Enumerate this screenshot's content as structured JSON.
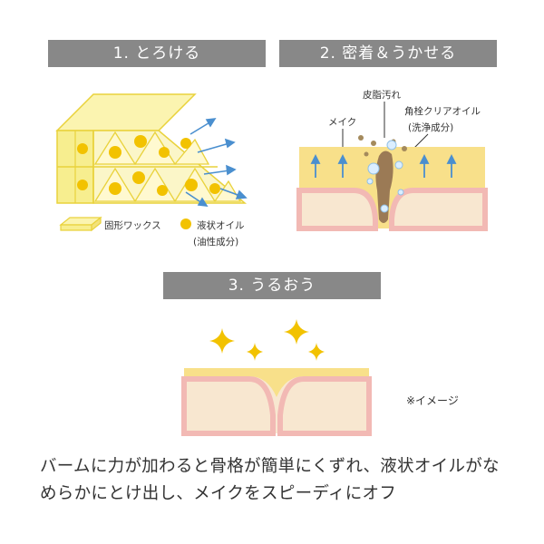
{
  "steps": [
    {
      "title": "1. とろける"
    },
    {
      "title": "2. 密着＆うかせる"
    },
    {
      "title": "3. うるおう"
    }
  ],
  "panel1": {
    "legend_wax": "固形ワックス",
    "legend_oil_line1": "液状オイル",
    "legend_oil_line2": "(油性成分)"
  },
  "panel2": {
    "label_makeup": "メイク",
    "label_sebum": "皮脂汚れ",
    "label_plug_line1": "角栓クリアオイル",
    "label_plug_line2": "(洗浄成分)"
  },
  "note": "※イメージ",
  "caption": "バームに力が加わると骨格が簡単にくずれ、液状オイルがなめらかにとけ出し、メイクをスピーディにオフ",
  "colors": {
    "header_bg": "#888888",
    "wax_yellow": "#f7ee8f",
    "wax_edge": "#e9d23c",
    "oil_dot": "#f2c200",
    "arrow_blue": "#4a8fcf",
    "skin_pink": "#f2b9b4",
    "skin_beige": "#f8e7d0",
    "skin_yellow": "#f8e08a"
  }
}
